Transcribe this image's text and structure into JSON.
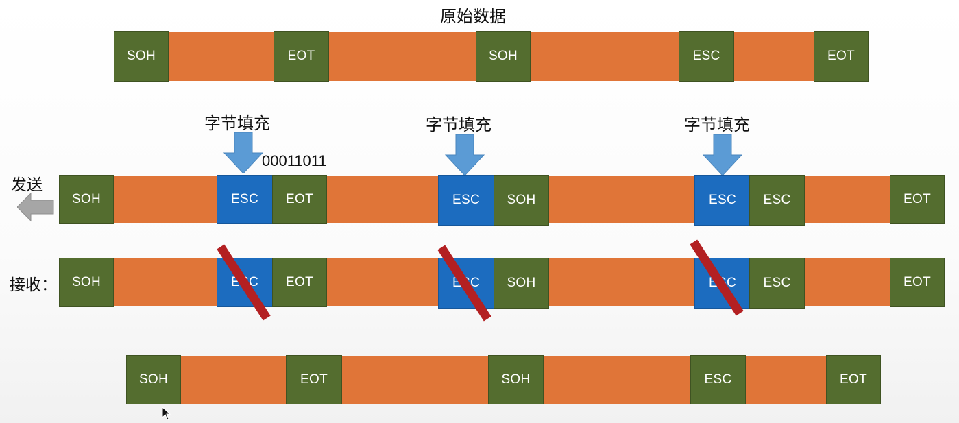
{
  "title": "原始数据",
  "annotations": {
    "stuffing": [
      "字节填充",
      "字节填充",
      "字节填充"
    ],
    "escape_bits": "00011011"
  },
  "labels": {
    "send": "发送",
    "receive": "接收："
  },
  "rows": {
    "original": [
      "SOH",
      "EOT",
      "SOH",
      "ESC",
      "EOT"
    ],
    "sent": [
      "SOH",
      "ESC",
      "EOT",
      "ESC",
      "SOH",
      "ESC",
      "ESC",
      "EOT"
    ],
    "received": [
      "SOH",
      "ESC",
      "EOT",
      "ESC",
      "SOH",
      "ESC",
      "ESC",
      "EOT"
    ],
    "result": [
      "SOH",
      "EOT",
      "SOH",
      "ESC",
      "EOT"
    ]
  },
  "colors": {
    "data": "#E07538",
    "control": "#546D2F",
    "stuffed": "#1C6CBF",
    "remove_mark": "#B32022",
    "arrow": "#5B9BD5"
  }
}
